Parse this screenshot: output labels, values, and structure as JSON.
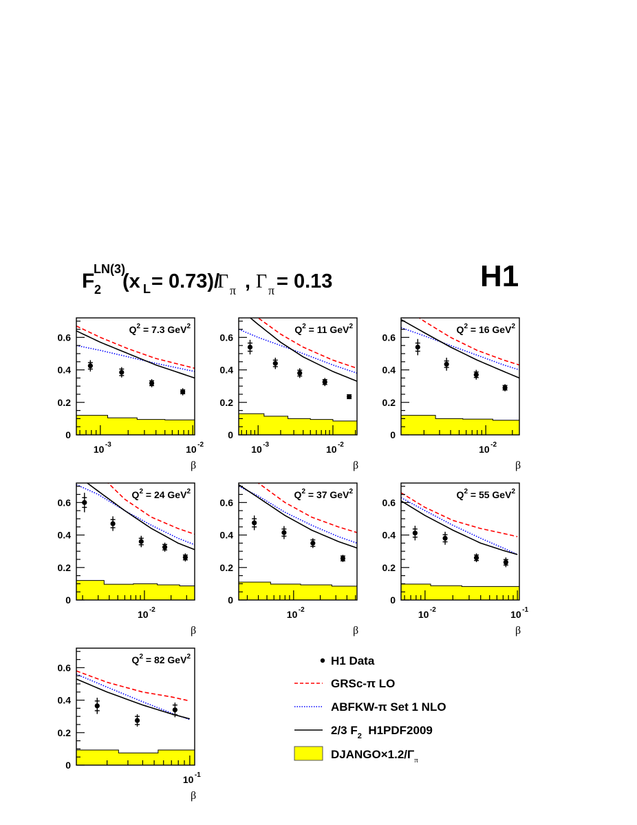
{
  "figure": {
    "title_main": "F",
    "title_sub": "2",
    "title_sup": "LN(3)",
    "title_rest_1": "(x",
    "title_rest_sub": "L",
    "title_rest_2": "= 0.73)/",
    "title_gamma": "Γ",
    "title_pi": "π",
    "title_sep": " , ",
    "title_rest_3": " = 0.13",
    "logo": "H1",
    "colors": {
      "grs": "#ff0000",
      "abfkw": "#0000ff",
      "h1pdf": "#000000",
      "django_fill": "#ffff00",
      "data": "#000000"
    }
  },
  "legend": {
    "items": [
      {
        "key": "data",
        "label": "H1 Data"
      },
      {
        "key": "grs",
        "label": "GRSc-π LO"
      },
      {
        "key": "abfkw",
        "label": "ABFKW-π Set 1 NLO"
      },
      {
        "key": "h1pdf",
        "label_pre": "2/3 F",
        "label_sub": "2",
        "label_post": "  H1PDF2009"
      },
      {
        "key": "django",
        "label_pre": "DJANGO×1.2/Γ",
        "label_sub": "π"
      }
    ]
  },
  "chart_data": [
    {
      "type": "scatter",
      "title": "Q² = 7.3 GeV²",
      "q2_label": "7.3",
      "xlabel": "β",
      "ylabel": "",
      "xscale": "log",
      "xlim": [
        0.00055,
        0.0105
      ],
      "ylim": [
        0,
        0.72
      ],
      "yticks": [
        0,
        0.2,
        0.4,
        0.6
      ],
      "xtick_labels": [
        {
          "v": 0.001,
          "exp": "-3"
        },
        {
          "v": 0.01,
          "exp": "-2"
        }
      ],
      "data": {
        "x": [
          0.00078,
          0.0017,
          0.0036,
          0.0078
        ],
        "y": [
          0.425,
          0.385,
          0.318,
          0.265
        ],
        "err_stat": [
          0.02,
          0.02,
          0.015,
          0.012
        ],
        "err_tot": [
          0.035,
          0.032,
          0.025,
          0.022
        ]
      },
      "grs": {
        "x": [
          0.00055,
          0.001,
          0.002,
          0.004,
          0.0105
        ],
        "y": [
          0.67,
          0.6,
          0.53,
          0.47,
          0.41
        ]
      },
      "abfkw": {
        "x": [
          0.00055,
          0.001,
          0.002,
          0.004,
          0.0105
        ],
        "y": [
          0.55,
          0.52,
          0.48,
          0.44,
          0.39
        ]
      },
      "h1pdf": {
        "x": [
          0.00055,
          0.001,
          0.002,
          0.004,
          0.0105
        ],
        "y": [
          0.64,
          0.57,
          0.5,
          0.43,
          0.35
        ]
      },
      "django": {
        "edges": [
          0.00055,
          0.0012,
          0.0025,
          0.005,
          0.0105
        ],
        "y": [
          0.12,
          0.105,
          0.095,
          0.092
        ]
      }
    },
    {
      "type": "scatter",
      "title": "Q² = 11 GeV²",
      "q2_label": "11",
      "xlabel": "β",
      "xscale": "log",
      "xlim": [
        0.00055,
        0.021
      ],
      "ylim": [
        0,
        0.72
      ],
      "yticks": [
        0,
        0.2,
        0.4,
        0.6
      ],
      "xtick_labels": [
        {
          "v": 0.001,
          "exp": "-3"
        },
        {
          "v": 0.01,
          "exp": "-2"
        }
      ],
      "data": {
        "x": [
          0.00078,
          0.0017,
          0.0036,
          0.0078,
          0.0165
        ],
        "y": [
          0.54,
          0.44,
          0.38,
          0.325,
          0.235
        ],
        "err_stat": [
          0.025,
          0.02,
          0.018,
          0.015,
          0.012
        ],
        "err_tot": [
          0.045,
          0.035,
          0.03,
          0.025,
          0.015
        ]
      },
      "grs": {
        "x": [
          0.00055,
          0.001,
          0.002,
          0.004,
          0.01,
          0.021
        ],
        "y": [
          0.82,
          0.72,
          0.62,
          0.54,
          0.46,
          0.41
        ]
      },
      "abfkw": {
        "x": [
          0.00055,
          0.001,
          0.002,
          0.004,
          0.01,
          0.021
        ],
        "y": [
          0.65,
          0.6,
          0.55,
          0.5,
          0.43,
          0.38
        ]
      },
      "h1pdf": {
        "x": [
          0.00055,
          0.001,
          0.002,
          0.004,
          0.01,
          0.021
        ],
        "y": [
          0.78,
          0.68,
          0.57,
          0.48,
          0.39,
          0.33
        ]
      },
      "django": {
        "edges": [
          0.00055,
          0.0012,
          0.0025,
          0.005,
          0.01,
          0.021
        ],
        "y": [
          0.13,
          0.115,
          0.1,
          0.095,
          0.085
        ]
      }
    },
    {
      "type": "scatter",
      "title": "Q² = 16 GeV²",
      "q2_label": "16",
      "xlabel": "β",
      "xscale": "log",
      "xlim": [
        0.0011,
        0.024
      ],
      "ylim": [
        0,
        0.72
      ],
      "yticks": [
        0,
        0.2,
        0.4,
        0.6
      ],
      "xtick_labels": [
        {
          "v": 0.01,
          "exp": "-2"
        }
      ],
      "data": {
        "x": [
          0.0017,
          0.0036,
          0.0078,
          0.0165
        ],
        "y": [
          0.54,
          0.435,
          0.37,
          0.29
        ],
        "err_stat": [
          0.025,
          0.02,
          0.017,
          0.014
        ],
        "err_tot": [
          0.05,
          0.04,
          0.03,
          0.022
        ]
      },
      "grs": {
        "x": [
          0.0011,
          0.002,
          0.004,
          0.008,
          0.016,
          0.024
        ],
        "y": [
          0.8,
          0.7,
          0.6,
          0.52,
          0.46,
          0.43
        ]
      },
      "abfkw": {
        "x": [
          0.0011,
          0.002,
          0.004,
          0.008,
          0.016,
          0.024
        ],
        "y": [
          0.66,
          0.61,
          0.55,
          0.49,
          0.43,
          0.4
        ]
      },
      "h1pdf": {
        "x": [
          0.0011,
          0.002,
          0.004,
          0.008,
          0.016,
          0.024
        ],
        "y": [
          0.71,
          0.63,
          0.54,
          0.46,
          0.39,
          0.35
        ]
      },
      "django": {
        "edges": [
          0.0011,
          0.0027,
          0.0055,
          0.012,
          0.024
        ],
        "y": [
          0.12,
          0.1,
          0.097,
          0.09
        ]
      }
    },
    {
      "type": "scatter",
      "title": "Q² = 24 GeV²",
      "q2_label": "24",
      "xlabel": "β",
      "xscale": "log",
      "xlim": [
        0.0017,
        0.037
      ],
      "ylim": [
        0,
        0.72
      ],
      "yticks": [
        0,
        0.2,
        0.4,
        0.6
      ],
      "xtick_labels": [
        {
          "v": 0.01,
          "exp": "-2"
        }
      ],
      "data": {
        "x": [
          0.0021,
          0.0044,
          0.0092,
          0.017,
          0.029
        ],
        "y": [
          0.6,
          0.47,
          0.36,
          0.325,
          0.262
        ],
        "err_stat": [
          0.03,
          0.025,
          0.02,
          0.017,
          0.015
        ],
        "err_tot": [
          0.06,
          0.045,
          0.035,
          0.028,
          0.025
        ]
      },
      "grs": {
        "x": [
          0.0017,
          0.003,
          0.006,
          0.012,
          0.024,
          0.037
        ],
        "y": [
          0.95,
          0.78,
          0.62,
          0.51,
          0.44,
          0.405
        ]
      },
      "abfkw": {
        "x": [
          0.0017,
          0.003,
          0.006,
          0.012,
          0.024,
          0.037
        ],
        "y": [
          0.71,
          0.65,
          0.55,
          0.46,
          0.38,
          0.34
        ]
      },
      "h1pdf": {
        "x": [
          0.0017,
          0.003,
          0.006,
          0.012,
          0.024,
          0.037
        ],
        "y": [
          0.77,
          0.67,
          0.55,
          0.44,
          0.35,
          0.31
        ]
      },
      "django": {
        "edges": [
          0.0017,
          0.0035,
          0.0075,
          0.014,
          0.025,
          0.037
        ],
        "y": [
          0.12,
          0.097,
          0.1,
          0.093,
          0.087
        ]
      }
    },
    {
      "type": "scatter",
      "title": "Q² = 37 GeV²",
      "q2_label": "37",
      "xlabel": "β",
      "xscale": "log",
      "xlim": [
        0.0024,
        0.052
      ],
      "ylim": [
        0,
        0.72
      ],
      "yticks": [
        0,
        0.2,
        0.4,
        0.6
      ],
      "xtick_labels": [
        {
          "v": 0.01,
          "exp": "-2"
        }
      ],
      "data": {
        "x": [
          0.0036,
          0.0078,
          0.0165,
          0.036
        ],
        "y": [
          0.475,
          0.415,
          0.35,
          0.256
        ],
        "err_stat": [
          0.025,
          0.022,
          0.02,
          0.015
        ],
        "err_tot": [
          0.045,
          0.04,
          0.03,
          0.022
        ]
      },
      "grs": {
        "x": [
          0.0024,
          0.004,
          0.008,
          0.016,
          0.032,
          0.052
        ],
        "y": [
          0.85,
          0.72,
          0.6,
          0.51,
          0.45,
          0.415
        ]
      },
      "abfkw": {
        "x": [
          0.0024,
          0.004,
          0.008,
          0.016,
          0.032,
          0.052
        ],
        "y": [
          0.7,
          0.64,
          0.54,
          0.46,
          0.39,
          0.35
        ]
      },
      "h1pdf": {
        "x": [
          0.0024,
          0.004,
          0.008,
          0.016,
          0.032,
          0.052
        ],
        "y": [
          0.71,
          0.63,
          0.52,
          0.43,
          0.36,
          0.32
        ]
      },
      "django": {
        "edges": [
          0.0024,
          0.0055,
          0.012,
          0.027,
          0.052
        ],
        "y": [
          0.11,
          0.098,
          0.093,
          0.085
        ]
      }
    },
    {
      "type": "scatter",
      "title": "Q² = 55 GeV²",
      "q2_label": "55",
      "xlabel": "β",
      "xscale": "log",
      "xlim": [
        0.0055,
        0.105
      ],
      "ylim": [
        0,
        0.72
      ],
      "yticks": [
        0,
        0.2,
        0.4,
        0.6
      ],
      "xtick_labels": [
        {
          "v": 0.01,
          "exp": "-2"
        },
        {
          "v": 0.1,
          "exp": "-1"
        }
      ],
      "data": {
        "x": [
          0.0078,
          0.0165,
          0.036,
          0.075
        ],
        "y": [
          0.412,
          0.38,
          0.26,
          0.232
        ],
        "err_stat": [
          0.025,
          0.022,
          0.017,
          0.017
        ],
        "err_tot": [
          0.045,
          0.04,
          0.027,
          0.03
        ]
      },
      "grs": {
        "x": [
          0.0055,
          0.01,
          0.02,
          0.04,
          0.07,
          0.1
        ],
        "y": [
          0.66,
          0.57,
          0.49,
          0.44,
          0.41,
          0.39
        ]
      },
      "abfkw": {
        "x": [
          0.0055,
          0.01,
          0.02,
          0.04,
          0.07,
          0.1
        ],
        "y": [
          0.63,
          0.55,
          0.46,
          0.38,
          0.32,
          0.28
        ]
      },
      "h1pdf": {
        "x": [
          0.0055,
          0.01,
          0.02,
          0.04,
          0.07,
          0.1
        ],
        "y": [
          0.61,
          0.52,
          0.43,
          0.35,
          0.305,
          0.28
        ]
      },
      "django": {
        "edges": [
          0.0055,
          0.0115,
          0.025,
          0.105
        ],
        "y": [
          0.098,
          0.088,
          0.083
        ]
      }
    },
    {
      "type": "scatter",
      "title": "Q² = 82 GeV²",
      "q2_label": "82",
      "xlabel": "β",
      "xscale": "log",
      "xlim": [
        0.011,
        0.11
      ],
      "ylim": [
        0,
        0.72
      ],
      "yticks": [
        0,
        0.2,
        0.4,
        0.6
      ],
      "xtick_labels": [
        {
          "v": 0.1,
          "exp": "-1"
        }
      ],
      "data": {
        "x": [
          0.0165,
          0.036,
          0.075
        ],
        "y": [
          0.365,
          0.275,
          0.34
        ],
        "err_stat": [
          0.03,
          0.025,
          0.03
        ],
        "err_tot": [
          0.05,
          0.038,
          0.045
        ]
      },
      "grs": {
        "x": [
          0.011,
          0.02,
          0.04,
          0.07,
          0.1
        ],
        "y": [
          0.58,
          0.51,
          0.45,
          0.42,
          0.395
        ]
      },
      "abfkw": {
        "x": [
          0.011,
          0.02,
          0.04,
          0.07,
          0.1
        ],
        "y": [
          0.56,
          0.48,
          0.39,
          0.32,
          0.28
        ]
      },
      "h1pdf": {
        "x": [
          0.011,
          0.02,
          0.04,
          0.07,
          0.1
        ],
        "y": [
          0.53,
          0.45,
          0.37,
          0.315,
          0.285
        ]
      },
      "django": {
        "edges": [
          0.011,
          0.025,
          0.054,
          0.11
        ],
        "y": [
          0.093,
          0.075,
          0.093
        ]
      }
    }
  ]
}
